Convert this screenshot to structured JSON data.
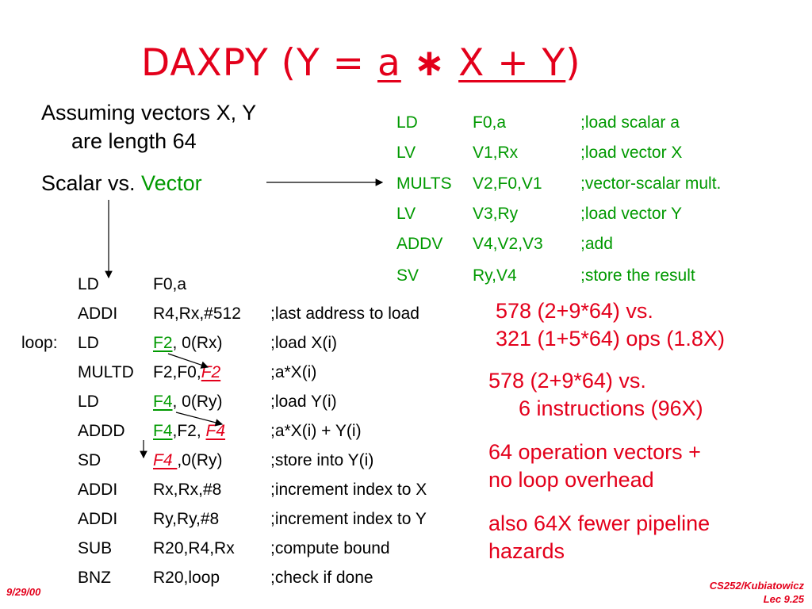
{
  "title": {
    "prefix": "DAXPY (Y = ",
    "a": "a",
    "star": "∗",
    "expr": "X + Y",
    "suffix": ")"
  },
  "left_bullets": {
    "assume_line1": "Assuming vectors X, Y",
    "assume_line2": "are length 64",
    "scalar_vs": "Scalar vs. ",
    "vector": "Vector"
  },
  "vector_code": [
    {
      "op": "LD",
      "args": "F0,a",
      "comment": ";load scalar a"
    },
    {
      "op": "LV",
      "args": "V1,Rx",
      "comment": ";load vector X"
    },
    {
      "op": "MULTS",
      "args": "V2,F0,V1",
      "comment": ";vector-scalar mult."
    },
    {
      "op": "LV",
      "args": "V3,Ry",
      "comment": ";load vector Y"
    },
    {
      "op": "ADDV",
      "args": "V4,V2,V3",
      "comment": ";add"
    },
    {
      "op": "SV",
      "args": "Ry,V4",
      "comment": ";store the result"
    }
  ],
  "scalar_code": [
    {
      "label": "",
      "op": "LD",
      "args": "F0,a",
      "comment": ""
    },
    {
      "label": "",
      "op": "ADDI",
      "args": "R4,Rx,#512",
      "comment": ";last address to load"
    },
    {
      "label": "loop: ",
      "op": "LD",
      "args_hl": "F2",
      "args_rest": ", 0(Rx)",
      "comment": ";load X(i)"
    },
    {
      "label": "",
      "op": "MULTD",
      "args_pre": "F2,F0,",
      "args_hl": "F2",
      "comment": ";a*X(i)"
    },
    {
      "label": "",
      "op": "LD",
      "args_hl": "F4",
      "args_rest": ", 0(Ry)",
      "comment": ";load Y(i)"
    },
    {
      "label": "",
      "op": "ADDD",
      "args_hl": "F4",
      "args_mid": ",F2, ",
      "args_hl2": "F4",
      "comment": ";a*X(i) + Y(i)"
    },
    {
      "label": "",
      "op": "SD",
      "args_hl": "F4 ",
      "args_rest": ",0(Ry)",
      "comment": ";store into Y(i)"
    },
    {
      "label": "",
      "op": "ADDI",
      "args": "Rx,Rx,#8",
      "comment": ";increment index to X"
    },
    {
      "label": "",
      "op": "ADDI",
      "args": "Ry,Ry,#8",
      "comment": ";increment index to Y"
    },
    {
      "label": "",
      "op": "SUB",
      "args": "R20,R4,Rx",
      "comment": ";compute bound"
    },
    {
      "label": "",
      "op": "BNZ",
      "args": "R20,loop",
      "comment": ";check if done"
    }
  ],
  "right_text": {
    "p1_line1": "578 (2+9*64) vs.",
    "p1_line2": "321 (1+5*64) ops (1.8X)",
    "p2_line1": "578 (2+9*64) vs.",
    "p2_line2": "6 instructions (96X)",
    "p3_line1": "64 operation vectors +",
    "p3_line2": "no loop overhead",
    "p4_line1": "also 64X fewer pipeline",
    "p4_line2": "hazards"
  },
  "footer": {
    "date": "9/29/00",
    "course": "CS252/Kubiatowicz",
    "lecture": "Lec 9.25"
  },
  "colors": {
    "title_red": "#e3001b",
    "vector_green": "#009900"
  }
}
